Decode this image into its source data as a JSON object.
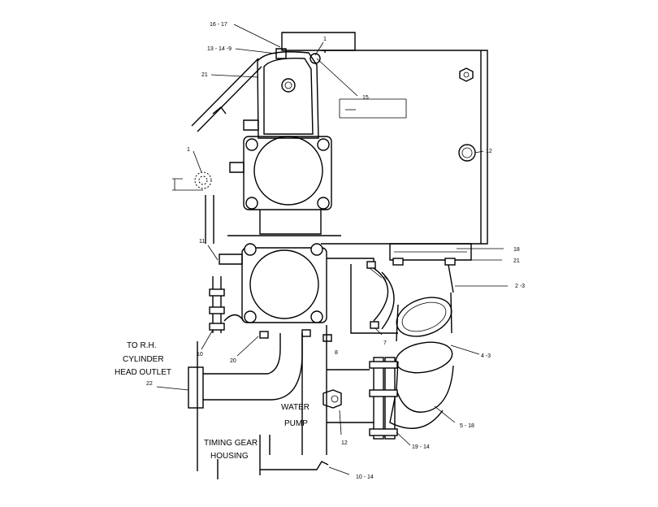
{
  "callouts": {
    "c16_17": "16 - 17",
    "c1_top": "1",
    "c13_14_9": "13 - 14 -9",
    "c21_top": "21",
    "c15": "15",
    "c12_right": "12",
    "c1_left": "1",
    "c11": "11",
    "c18": "18",
    "c21_right": "21",
    "c2_3": "2 -3",
    "c6": "6",
    "c7": "7",
    "c10_left": "10",
    "c20": "20",
    "c8": "8",
    "c4_3": "4 -3",
    "c22": "22",
    "c12_bottom": "12",
    "c5_18": "5 - 18",
    "c19_14": "19 - 14",
    "c10_14": "10 - 14"
  },
  "labels": {
    "outlet_line1": "TO R.H.",
    "outlet_line2": "CYLINDER",
    "outlet_line3": "HEAD OUTLET",
    "pump_line1": "WATER",
    "pump_line2": "PUMP",
    "gear_line1": "TIMING GEAR",
    "gear_line2": "HOUSING"
  }
}
